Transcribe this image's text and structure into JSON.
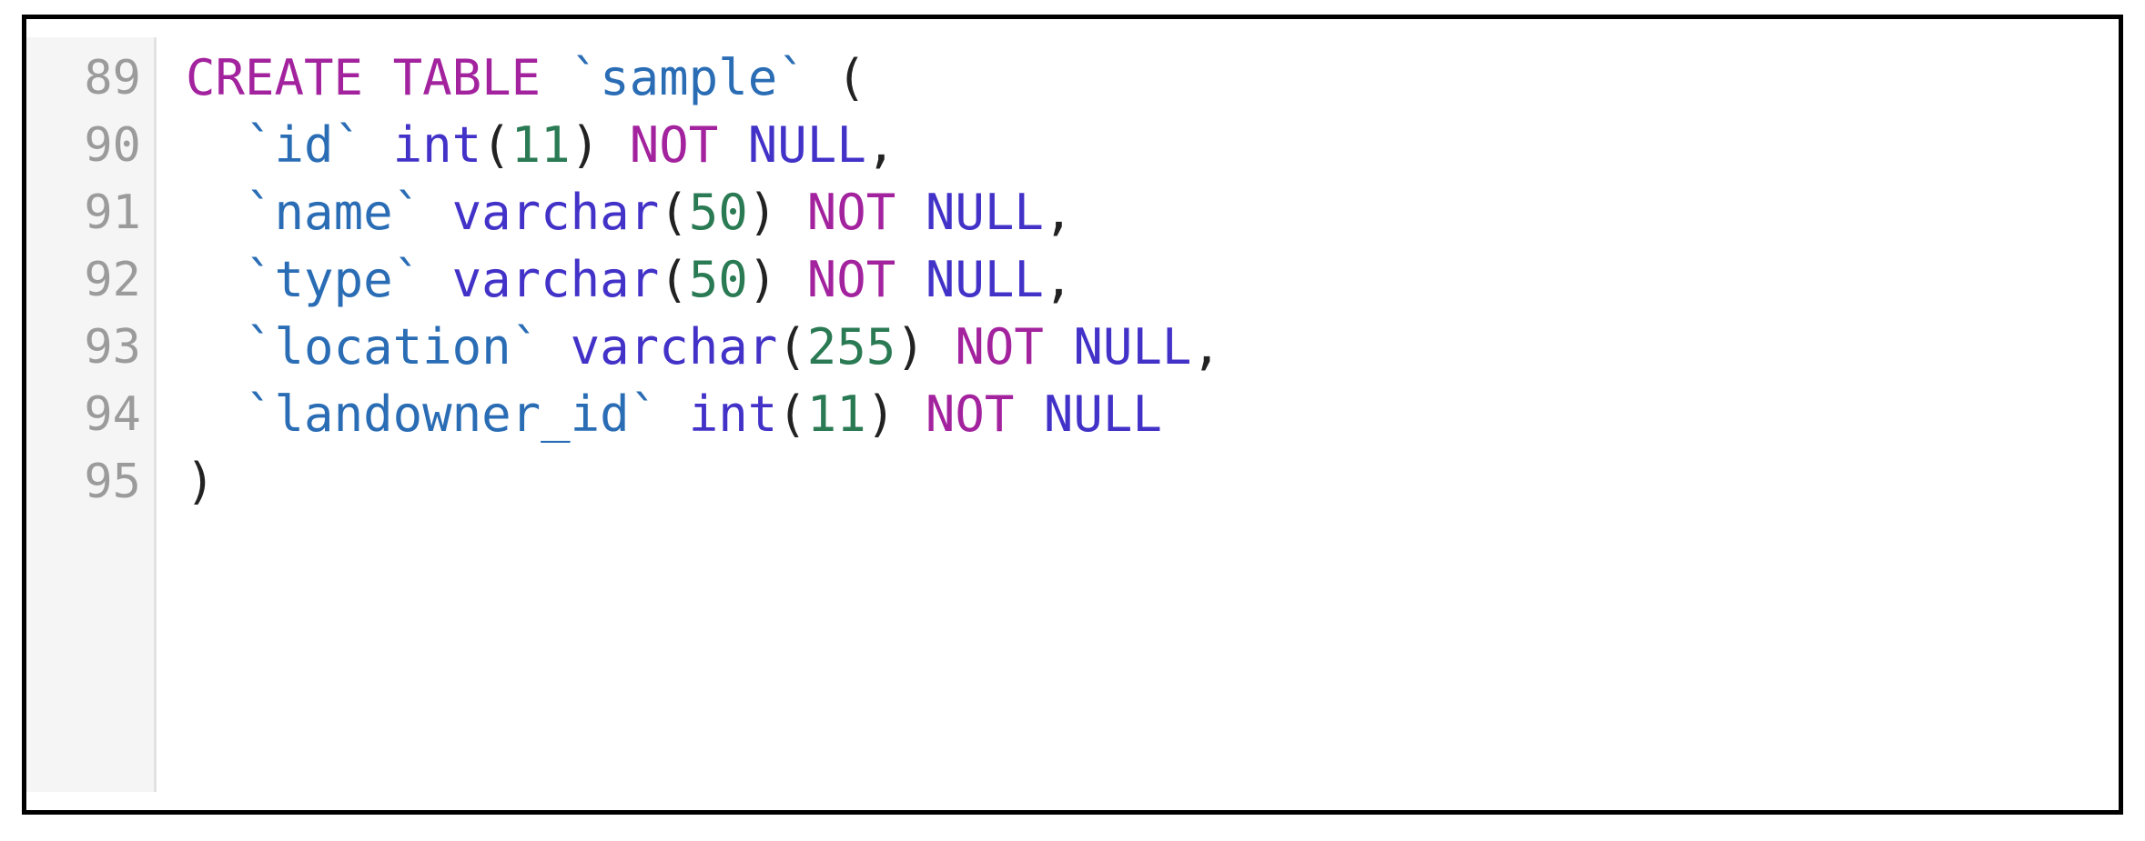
{
  "editor": {
    "language": "sql",
    "gutter_start_line": 89,
    "colors": {
      "background": "#ffffff",
      "gutter_background": "#f5f5f5",
      "gutter_divider": "#e2e2e2",
      "gutter_text": "#9b9b9b",
      "frame_border": "#000000",
      "keyword": "#a3229e",
      "type": "#4232c8",
      "identifier": "#2a6db5",
      "number": "#2a7a54",
      "punctuation": "#222222"
    },
    "lines": [
      {
        "number": "89",
        "tokens": [
          {
            "text": "CREATE TABLE ",
            "kind": "keyword"
          },
          {
            "text": "`sample`",
            "kind": "ident"
          },
          {
            "text": " ",
            "kind": "plain"
          },
          {
            "text": "(",
            "kind": "punct"
          }
        ]
      },
      {
        "number": "90",
        "tokens": [
          {
            "text": "  ",
            "kind": "plain"
          },
          {
            "text": "`id`",
            "kind": "ident"
          },
          {
            "text": " ",
            "kind": "plain"
          },
          {
            "text": "int",
            "kind": "type"
          },
          {
            "text": "(",
            "kind": "punct"
          },
          {
            "text": "11",
            "kind": "number"
          },
          {
            "text": ")",
            "kind": "punct"
          },
          {
            "text": " ",
            "kind": "plain"
          },
          {
            "text": "NOT",
            "kind": "keyword"
          },
          {
            "text": " ",
            "kind": "plain"
          },
          {
            "text": "NULL",
            "kind": "type"
          },
          {
            "text": ",",
            "kind": "punct"
          }
        ]
      },
      {
        "number": "91",
        "tokens": [
          {
            "text": "  ",
            "kind": "plain"
          },
          {
            "text": "`name`",
            "kind": "ident"
          },
          {
            "text": " ",
            "kind": "plain"
          },
          {
            "text": "varchar",
            "kind": "type"
          },
          {
            "text": "(",
            "kind": "punct"
          },
          {
            "text": "50",
            "kind": "number"
          },
          {
            "text": ")",
            "kind": "punct"
          },
          {
            "text": " ",
            "kind": "plain"
          },
          {
            "text": "NOT",
            "kind": "keyword"
          },
          {
            "text": " ",
            "kind": "plain"
          },
          {
            "text": "NULL",
            "kind": "type"
          },
          {
            "text": ",",
            "kind": "punct"
          }
        ]
      },
      {
        "number": "92",
        "tokens": [
          {
            "text": "  ",
            "kind": "plain"
          },
          {
            "text": "`type`",
            "kind": "ident"
          },
          {
            "text": " ",
            "kind": "plain"
          },
          {
            "text": "varchar",
            "kind": "type"
          },
          {
            "text": "(",
            "kind": "punct"
          },
          {
            "text": "50",
            "kind": "number"
          },
          {
            "text": ")",
            "kind": "punct"
          },
          {
            "text": " ",
            "kind": "plain"
          },
          {
            "text": "NOT",
            "kind": "keyword"
          },
          {
            "text": " ",
            "kind": "plain"
          },
          {
            "text": "NULL",
            "kind": "type"
          },
          {
            "text": ",",
            "kind": "punct"
          }
        ]
      },
      {
        "number": "93",
        "tokens": [
          {
            "text": "  ",
            "kind": "plain"
          },
          {
            "text": "`location`",
            "kind": "ident"
          },
          {
            "text": " ",
            "kind": "plain"
          },
          {
            "text": "varchar",
            "kind": "type"
          },
          {
            "text": "(",
            "kind": "punct"
          },
          {
            "text": "255",
            "kind": "number"
          },
          {
            "text": ")",
            "kind": "punct"
          },
          {
            "text": " ",
            "kind": "plain"
          },
          {
            "text": "NOT",
            "kind": "keyword"
          },
          {
            "text": " ",
            "kind": "plain"
          },
          {
            "text": "NULL",
            "kind": "type"
          },
          {
            "text": ",",
            "kind": "punct"
          }
        ]
      },
      {
        "number": "94",
        "tokens": [
          {
            "text": "  ",
            "kind": "plain"
          },
          {
            "text": "`landowner_id`",
            "kind": "ident"
          },
          {
            "text": " ",
            "kind": "plain"
          },
          {
            "text": "int",
            "kind": "type"
          },
          {
            "text": "(",
            "kind": "punct"
          },
          {
            "text": "11",
            "kind": "number"
          },
          {
            "text": ")",
            "kind": "punct"
          },
          {
            "text": " ",
            "kind": "plain"
          },
          {
            "text": "NOT",
            "kind": "keyword"
          },
          {
            "text": " ",
            "kind": "plain"
          },
          {
            "text": "NULL",
            "kind": "type"
          }
        ]
      },
      {
        "number": "95",
        "tokens": [
          {
            "text": ")",
            "kind": "punct"
          }
        ]
      }
    ]
  }
}
